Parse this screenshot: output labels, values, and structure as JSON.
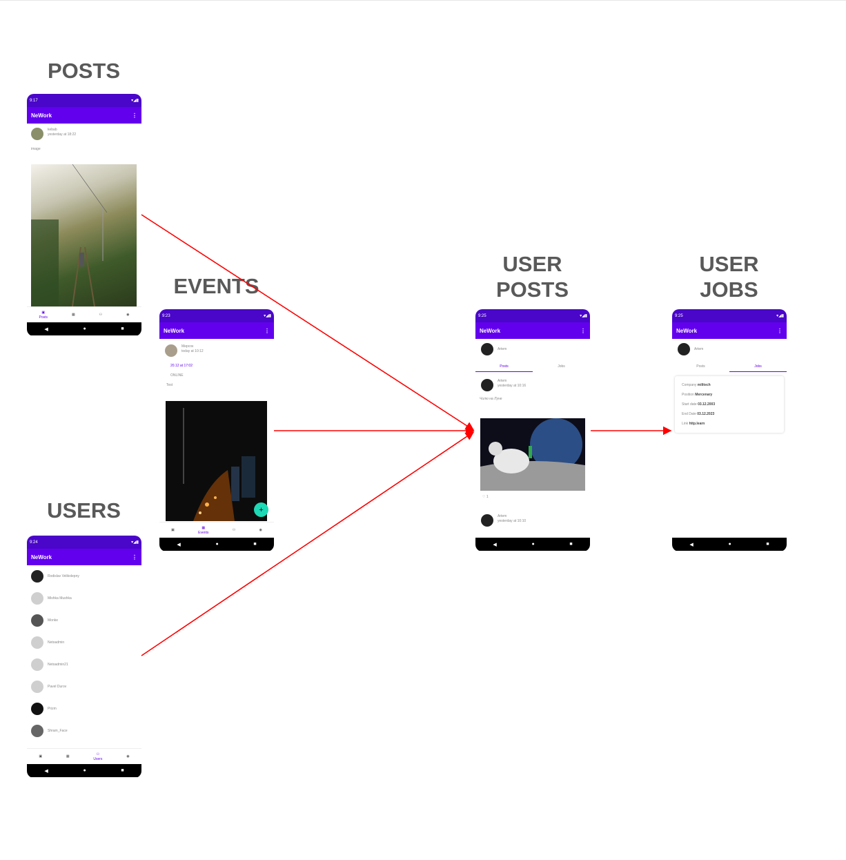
{
  "labels": {
    "posts": "POSTS",
    "events": "EVENTS",
    "users": "USERS",
    "user_posts_line1": "USER",
    "user_posts_line2": "POSTS",
    "user_jobs_line1": "USER",
    "user_jobs_line2": "JOBS"
  },
  "app_title": "NeWork",
  "colors": {
    "appbar": "#6200ee",
    "statusbar": "#4a06c9",
    "fab": "#1dd9b5",
    "arrow": "#ff0000"
  },
  "posts_screen": {
    "time": "9:17",
    "author": "kebab",
    "published": "yesterday at 18:22",
    "content": "image",
    "nav_active": "Posts"
  },
  "events_screen": {
    "time": "9:23",
    "author": "Мирсок",
    "published": "today at 10:12",
    "datetime": "20.12 at 17:02",
    "type": "ONLINE",
    "content": "Test",
    "nav_active": "Events"
  },
  "users_screen": {
    "time": "9:24",
    "users": [
      "Rodislav Velikolepny",
      "Mishka Mushka",
      "Monke",
      "Netoadmin",
      "Netoadmin21",
      "Pavel Durov",
      "Prizm",
      "Shram_Face"
    ],
    "nav_active": "Users"
  },
  "user_posts_screen": {
    "time": "9:25",
    "user": "Artem",
    "tab_posts": "Posts",
    "tab_jobs": "Jobs",
    "post1_author": "Artem",
    "post1_published": "yesterday at 10:16",
    "post1_content": "Чилю на Луне",
    "post1_likes": "1",
    "post2_author": "Artem",
    "post2_published": "yesterday at 10:10"
  },
  "user_jobs_screen": {
    "time": "9:25",
    "user": "Artem",
    "tab_posts": "Posts",
    "tab_jobs": "Jobs",
    "company_label": "Company",
    "company": "militech",
    "position_label": "Position",
    "position": "Mercenary",
    "start_label": "Start date",
    "start": "03.12.2003",
    "end_label": "End Date",
    "end": "03.12.2023",
    "link_label": "Link",
    "link": "http.learn"
  },
  "icons": [
    "posts-icon",
    "events-icon",
    "users-icon",
    "profile-icon",
    "more-icon",
    "back-icon",
    "home-icon",
    "recents-icon",
    "heart-icon",
    "add-icon"
  ]
}
